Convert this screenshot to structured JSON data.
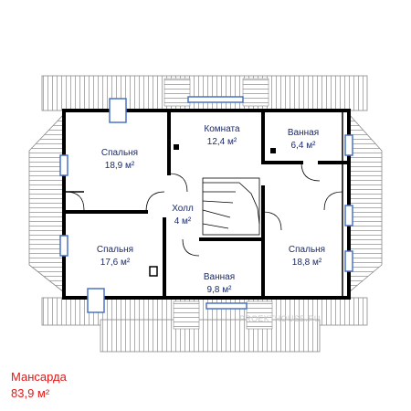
{
  "rooms": [
    {
      "name": "Спальня",
      "area": "18,9 м²"
    },
    {
      "name": "Комната",
      "area": "12,4 м²"
    },
    {
      "name": "Ванная",
      "area": "6,4 м²"
    },
    {
      "name": "Холл",
      "area": "4 м²"
    },
    {
      "name": "Спальня",
      "area": "17,6 м²"
    },
    {
      "name": "Ванная",
      "area": "9,8 м²"
    },
    {
      "name": "Спальня",
      "area": "18,8 м²"
    }
  ],
  "caption": {
    "floor": "Мансарда",
    "total_area": "83,9 м²"
  },
  "watermark": "PROEKTHOUSE.RU",
  "colors": {
    "wall": "#000000",
    "window": "#4a73c9",
    "label": "#1a2a6c",
    "caption": "#e01818",
    "roof_hatch": "#9a9a9a"
  }
}
